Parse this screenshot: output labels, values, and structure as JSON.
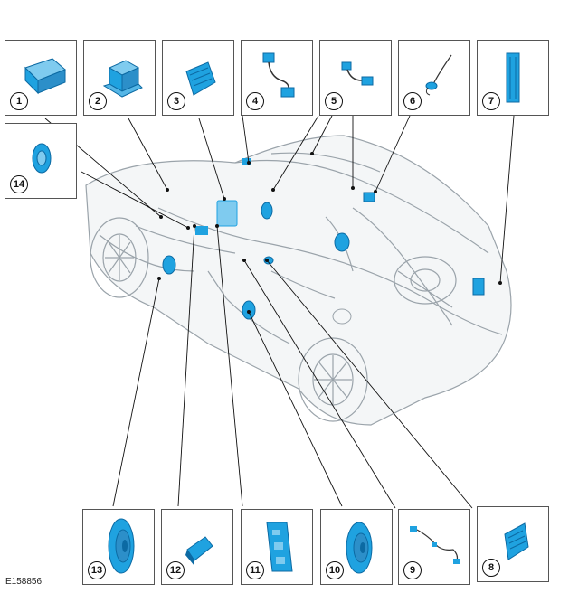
{
  "figure_code": "E158856",
  "colors": {
    "component": "#1fa2e0",
    "component_dark": "#0c6aa3",
    "car_outline": "#9aa3aa",
    "leader": "#111111",
    "frame": "#555555"
  },
  "callouts": [
    {
      "number": "1",
      "icon": "module-icon"
    },
    {
      "number": "2",
      "icon": "amplifier-icon"
    },
    {
      "number": "3",
      "icon": "control-unit-icon"
    },
    {
      "number": "4",
      "icon": "harness-icon"
    },
    {
      "number": "5",
      "icon": "harness-icon"
    },
    {
      "number": "6",
      "icon": "antenna-lead-icon"
    },
    {
      "number": "7",
      "icon": "rear-module-icon"
    },
    {
      "number": "8",
      "icon": "bracket-module-icon"
    },
    {
      "number": "9",
      "icon": "wiring-loom-icon"
    },
    {
      "number": "10",
      "icon": "door-speaker-icon"
    },
    {
      "number": "11",
      "icon": "mounting-plate-icon"
    },
    {
      "number": "12",
      "icon": "bracket-icon"
    },
    {
      "number": "13",
      "icon": "speaker-icon"
    },
    {
      "number": "14",
      "icon": "tweeter-icon"
    }
  ]
}
